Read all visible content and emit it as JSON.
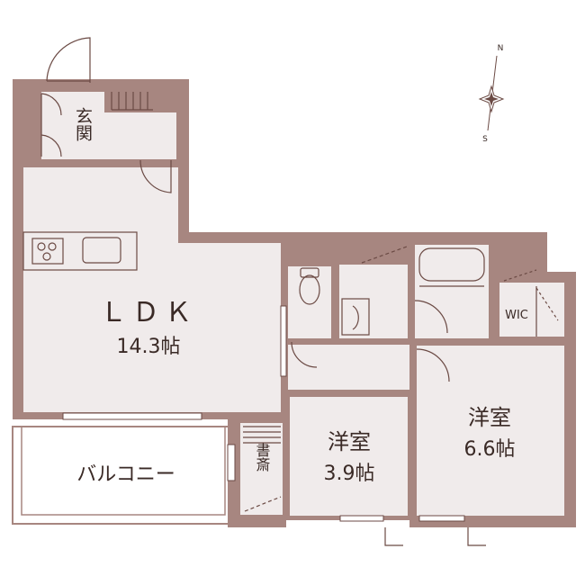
{
  "rooms": {
    "entrance": "玄関",
    "ldk": {
      "name": "ＬＤＫ",
      "size": "14.3帖"
    },
    "western_room_a": {
      "name": "洋室",
      "size": "3.9帖"
    },
    "western_room_b": {
      "name": "洋室",
      "size": "6.6帖"
    },
    "study": "書斎",
    "wic": "WIC",
    "balcony": "バルコニー"
  },
  "compass": {
    "north": "N",
    "south": "S"
  },
  "colors": {
    "wall": "#a78680",
    "floor": "#f0ebeb",
    "line": "#6b4a44",
    "balcony_line": "#a78680"
  }
}
